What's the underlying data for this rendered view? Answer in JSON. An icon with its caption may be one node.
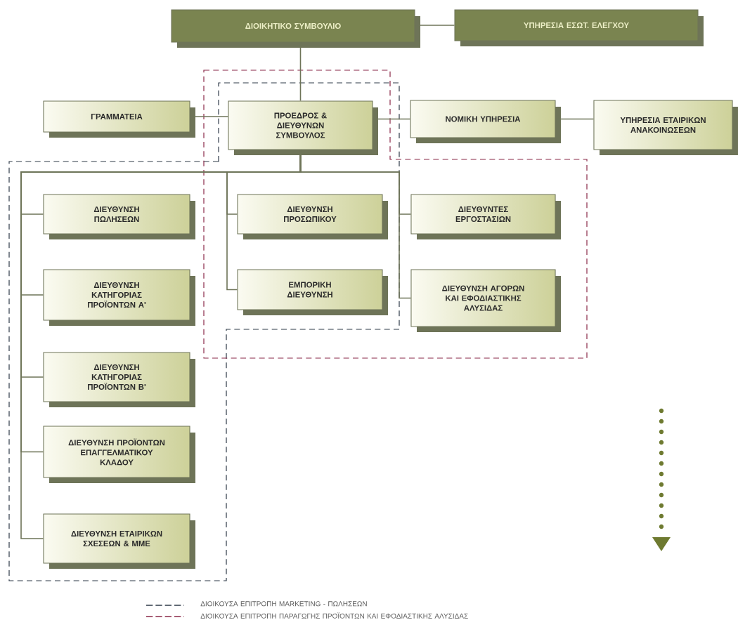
{
  "diagram": {
    "nodes": [
      {
        "text": [
          "ΔΙΟΙΚΗΤΙΚΟ ΣΥΜΒΟΥΛΙΟ"
        ]
      },
      {
        "text": [
          "ΥΠΗΡΕΣΙΑ ΕΣΩΤ. ΕΛΕΓΧΟΥ"
        ]
      },
      {
        "text": [
          "ΓΡΑΜΜΑΤΕΙΑ"
        ]
      },
      {
        "text": [
          "ΠΡΟΕΔΡΟΣ & ΔΙΕΥΘΥΝΩΝ ΣΥΜΒΟΥΛΟΣ"
        ]
      },
      {
        "text": [
          "ΝΟΜΙΚΗ ΥΠΗΡΕΣΙΑ"
        ]
      },
      {
        "text": [
          "ΥΠΗΡΕΣΙΑ ΕΤΑΙΡΙΚΩΝ ΑΝΑΚΟΙΝΩΣΕΩΝ"
        ]
      },
      {
        "text": [
          "ΔΙΕΥΘΥΝΣΗ ΠΩΛΗΣΕΩΝ"
        ]
      },
      {
        "text": [
          "ΔΙΕΥΘΥΝΣΗ ΚΑΤΗΓΟΡΙΑΣ ΠΡΟΪΟΝΤΩΝ Α'"
        ]
      },
      {
        "text": [
          "ΔΙΕΥΘΥΝΣΗ ΚΑΤΗΓΟΡΙΑΣ ΠΡΟΪΟΝΤΩΝ Β'"
        ]
      },
      {
        "text": [
          "ΔΙΕΥΘΥΝΣΗ ΠΡΟΪΟΝΤΩΝ ΕΠΑΓΓΕΛΜΑΤΙΚΟΥ ΚΛΑΔΟΥ"
        ]
      },
      {
        "text": [
          "ΔΙΕΥΘΥΝΣΗ ΕΤΑΙΡΙΚΩΝ ΣΧΕΣΕΩΝ & ΜΜΕ"
        ]
      },
      {
        "text": [
          "ΔΙΕΥΘΥΝΣΗ ΠΡΟΣΩΠΙΚΟΥ"
        ]
      },
      {
        "text": [
          "ΕΜΠΟΡΙΚΗ ΔΙΕΥΘΥΝΣΗ"
        ]
      },
      {
        "text": [
          "ΔΙΕΥΘΥΝΤΕΣ ΕΡΓΟΣΤΑΣΙΩΝ"
        ]
      },
      {
        "text": [
          "ΔΙΕΥΘΥΝΣΗ ΑΓΟΡΩΝ ΚΑΙ ΕΦΟΔΙΑΣΤΙΚΗΣ ΑΛΥΣΙΔΑΣ"
        ]
      }
    ],
    "edges": [
      {
        "from": 0,
        "to": 1,
        "arrow": "none"
      },
      {
        "from": 0,
        "to": 3,
        "arrow": "none"
      },
      {
        "from": 2,
        "to": 3,
        "arrow": "none"
      },
      {
        "from": 3,
        "to": 4,
        "arrow": "none"
      },
      {
        "from": 4,
        "to": 5,
        "arrow": "none"
      },
      {
        "from": 3,
        "to": 6,
        "arrow": "none"
      },
      {
        "from": 3,
        "to": 7,
        "arrow": "none"
      },
      {
        "from": 3,
        "to": 8,
        "arrow": "none"
      },
      {
        "from": 3,
        "to": 9,
        "arrow": "none"
      },
      {
        "from": 3,
        "to": 10,
        "arrow": "none"
      },
      {
        "from": 3,
        "to": 11,
        "arrow": "none"
      },
      {
        "from": 3,
        "to": 12,
        "arrow": "none"
      },
      {
        "from": 3,
        "to": 13,
        "arrow": "none"
      },
      {
        "from": 3,
        "to": 14,
        "arrow": "none"
      }
    ],
    "legend": [
      {
        "text": "ΔΙΟΙΚΟΥΣΑ ΕΠΙΤΡΟΠΗ MARKETING - ΠΩΛΗΣΕΩΝ"
      },
      {
        "text": "ΔΙΟΙΚΟΥΣΑ ΕΠΙΤΡΟΠΗ ΠΑΡΑΓΩΓΗΣ ΠΡΟΪΟΝΤΩΝ ΚΑΙ ΕΦΟΔΙΑΣΤΙΚΗΣ ΑΛΥΣΙΔΑΣ"
      }
    ]
  }
}
